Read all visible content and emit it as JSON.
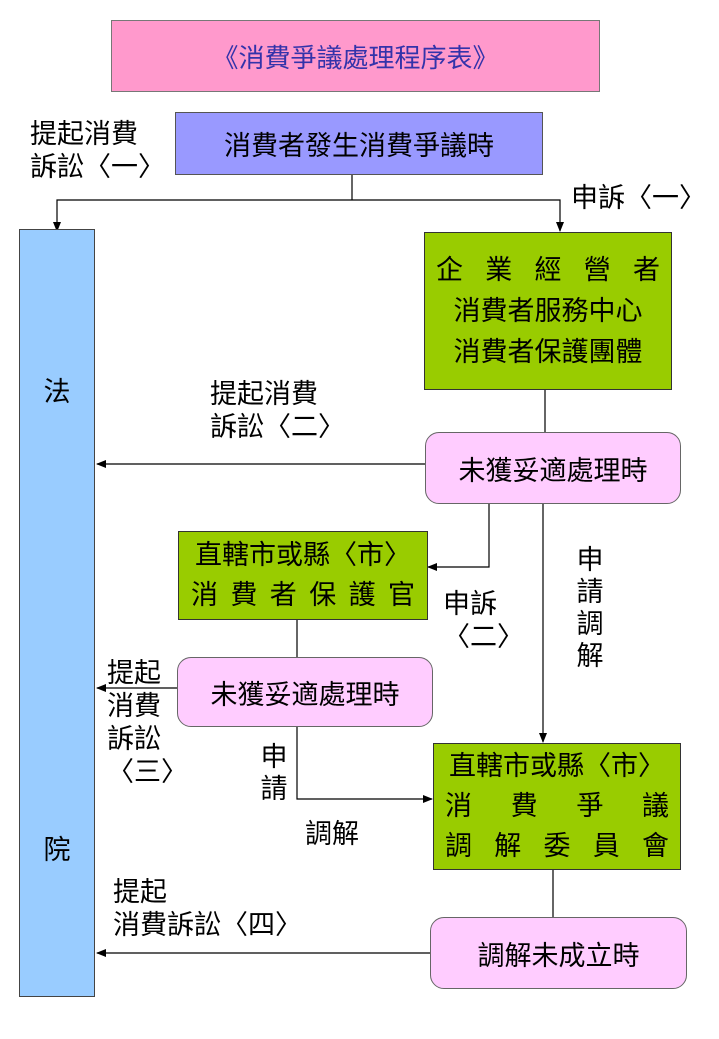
{
  "title": "《消費爭議處理程序表》",
  "start": "消費者發生消費爭議時",
  "court": {
    "top": "法",
    "bottom": "院"
  },
  "business": [
    "企業經營者",
    "消費者服務中心",
    "消費者保護團體"
  ],
  "unresolved": "未獲妥適處理時",
  "protection_officer": [
    "直轄市或縣〈市〉",
    "消費者保護官"
  ],
  "mediation_committee": [
    "直轄市或縣〈市〉",
    "消費爭議",
    "調解委員會"
  ],
  "mediation_failed": "調解未成立時",
  "labels": {
    "lawsuit1": [
      "提起消費",
      "訴訟〈一〉"
    ],
    "complaint1": "申訴〈一〉",
    "lawsuit2": [
      "提起消費",
      "訴訟〈二〉"
    ],
    "complaint2": [
      "申訴",
      "〈二〉"
    ],
    "apply_mediation": "申請調解",
    "lawsuit3": [
      "提起",
      "消費",
      "訴訟",
      "〈三〉"
    ],
    "apply_short": "申請",
    "mediation": "調解",
    "lawsuit4": [
      "提起",
      "消費訴訟〈四〉"
    ]
  }
}
